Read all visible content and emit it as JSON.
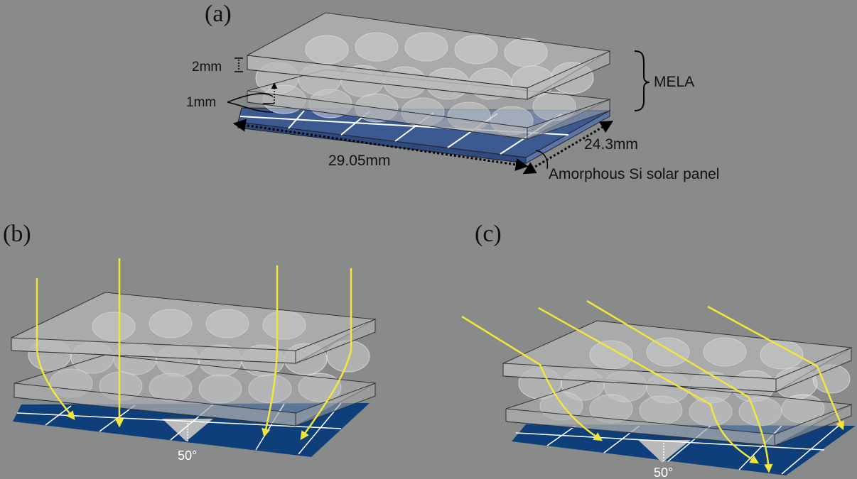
{
  "panel_a": {
    "label": "(a)",
    "dim_thickness": "2mm",
    "dim_gap": "1mm",
    "dim_length": "29.05mm",
    "dim_width": "24.3mm",
    "layer_name": "MELA",
    "panel_name": "Amorphous Si solar panel"
  },
  "panel_b": {
    "label": "(b)",
    "angle": "50°"
  },
  "panel_c": {
    "label": "(c)",
    "angle": "50°"
  },
  "colors": {
    "background": "#898b8b",
    "solar_panel": "#0e3f7a",
    "light_ray": "#f3e63a",
    "glass": "#c9cbcc"
  }
}
